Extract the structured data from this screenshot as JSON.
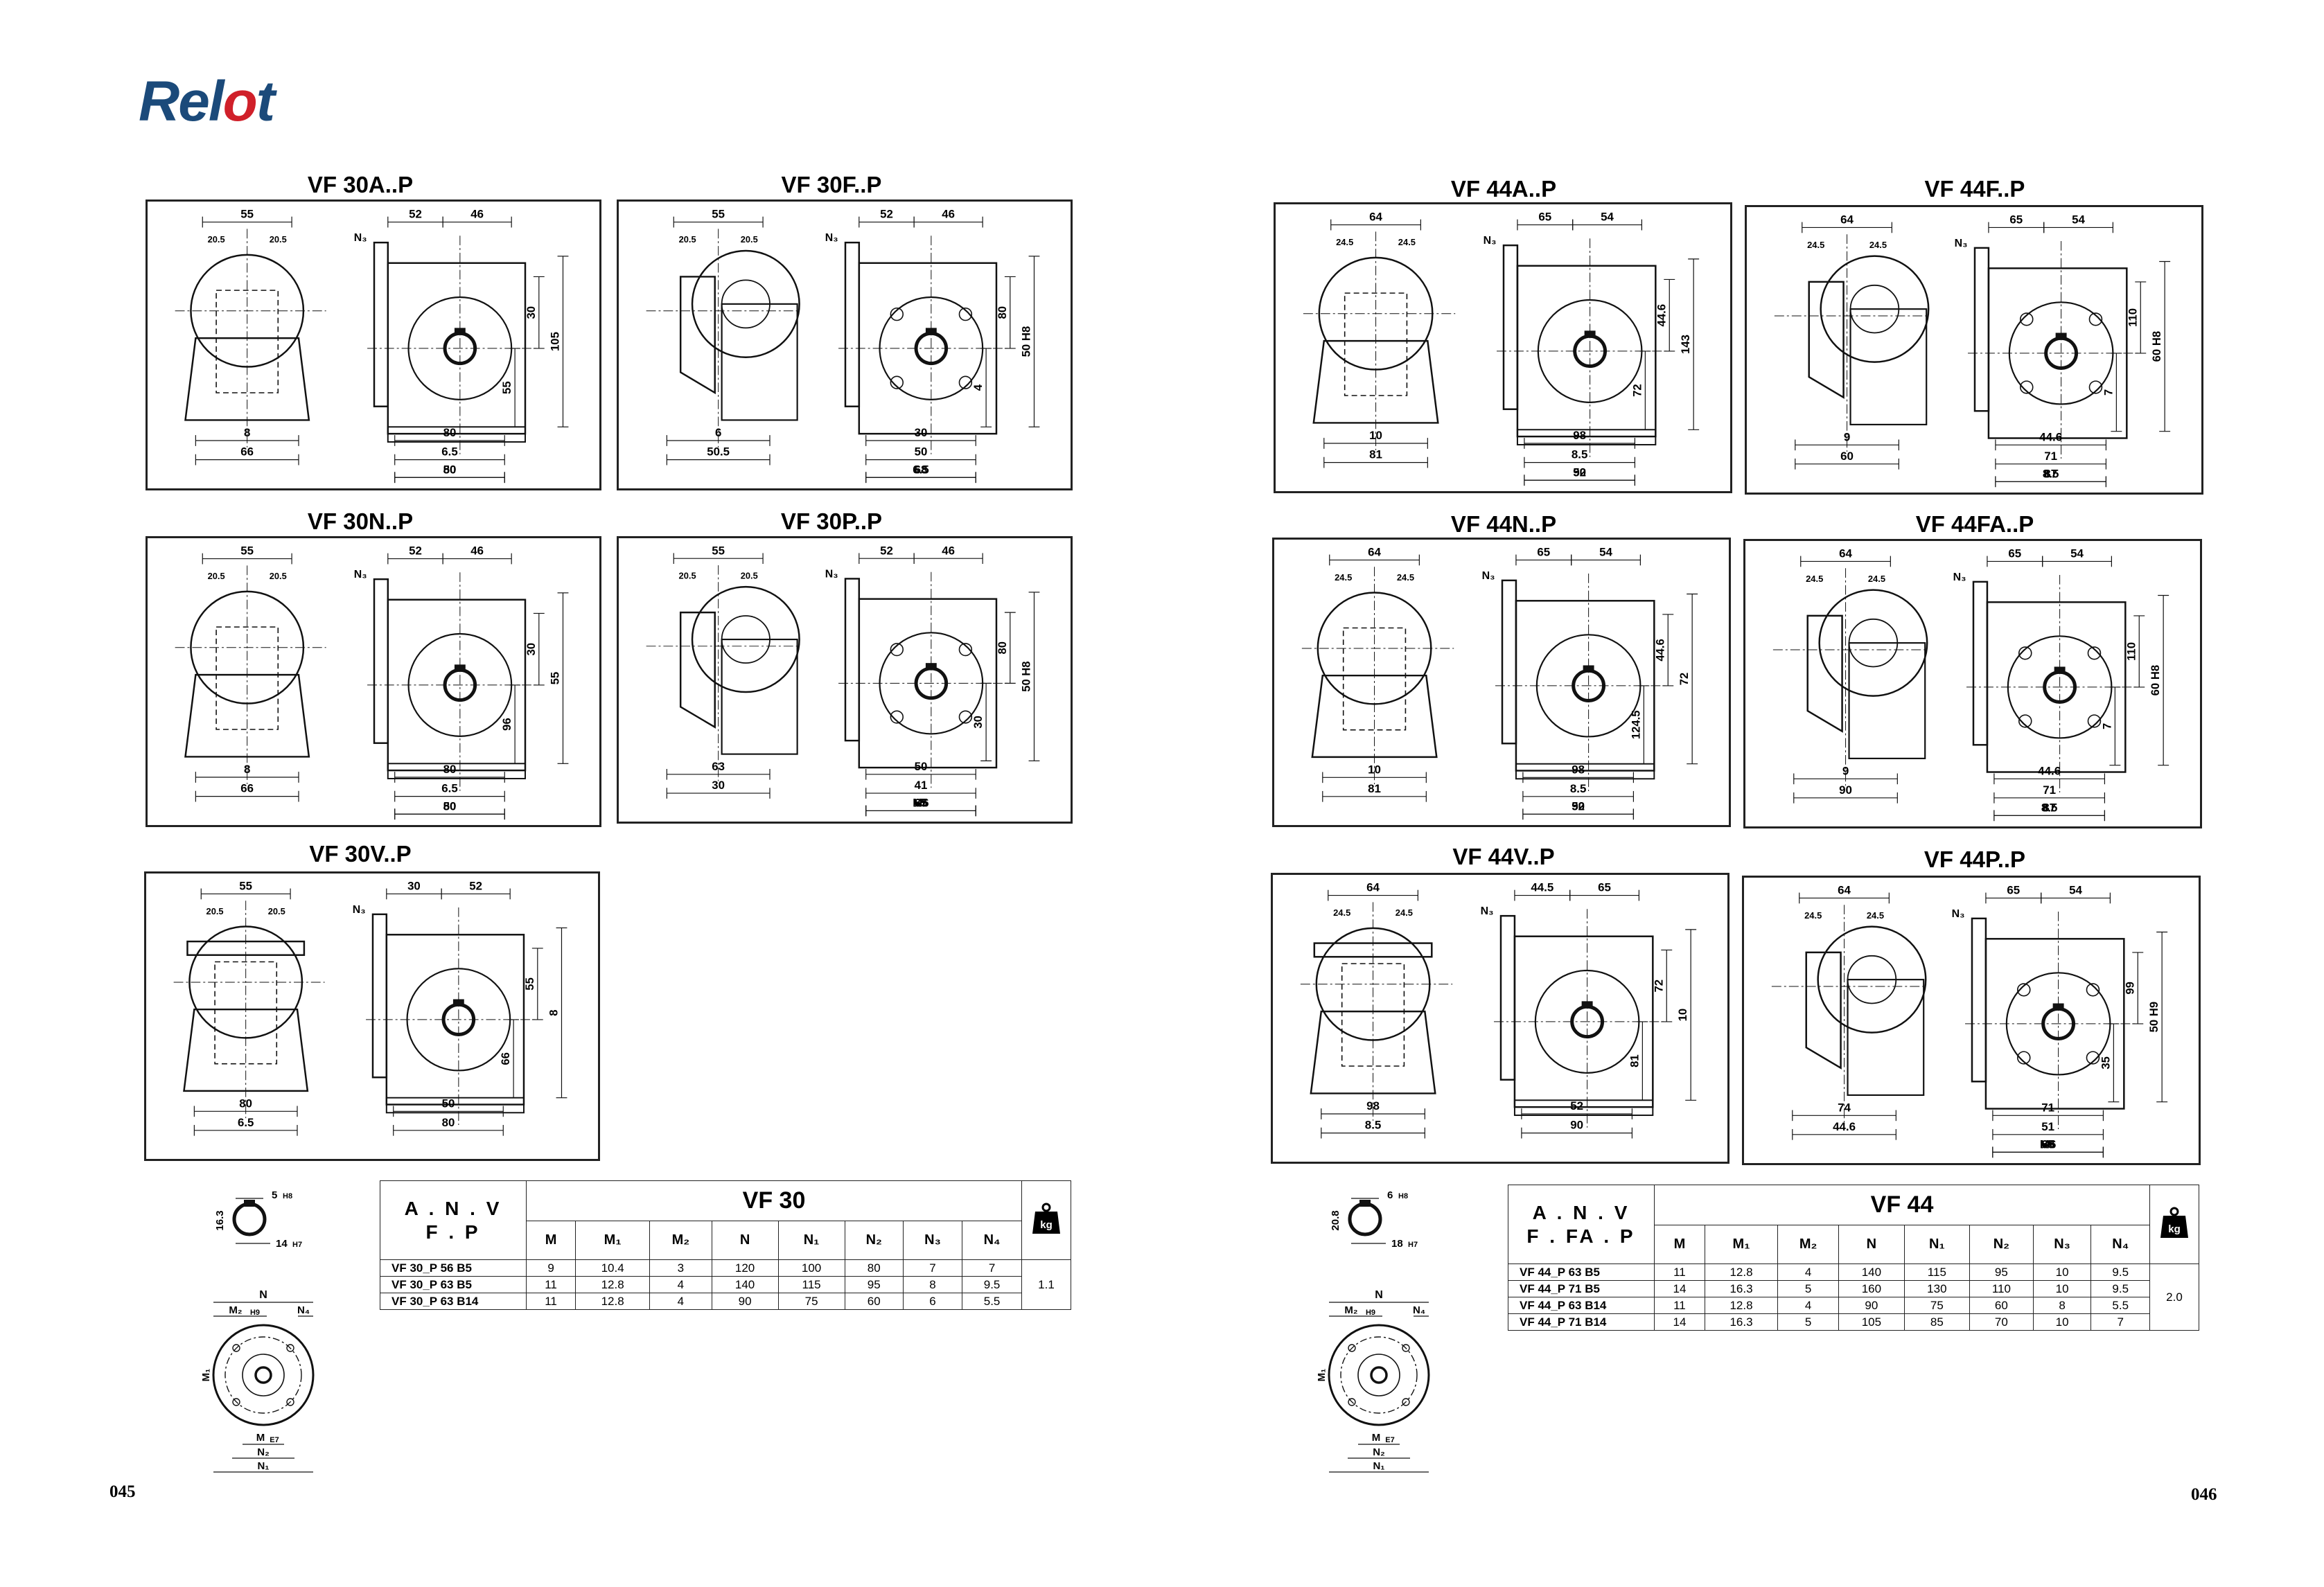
{
  "brand": {
    "logo_main": "Rel",
    "logo_dot": "o",
    "logo_end": "t"
  },
  "pages": {
    "left": "045",
    "right": "046"
  },
  "left_titles": {
    "a": "VF 30A..P",
    "f": "VF 30F..P",
    "n": "VF 30N..P",
    "p": "VF 30P..P",
    "v": "VF 30V..P"
  },
  "right_titles": {
    "a": "VF 44A..P",
    "f": "VF 44F..P",
    "n": "VF 44N..P",
    "fa": "VF 44FA..P",
    "v": "VF 44V..P",
    "p": "VF 44P..P"
  },
  "dims": {
    "v30a": {
      "d1": "55",
      "d2": "20.5",
      "d3": "20.5",
      "d4": "52",
      "d5": "46",
      "d6": "30",
      "d7": "105",
      "d8": "55",
      "d9": "8",
      "d10": "66",
      "d11": "80",
      "d12": "6.5",
      "d13": "50",
      "d14": "80",
      "n3": "N₃"
    },
    "v30f": {
      "d1": "55",
      "d2": "20.5",
      "d3": "20.5",
      "d4": "52",
      "d5": "46",
      "d6": "80",
      "d7": "50 H8",
      "d8": "4",
      "d9": "6",
      "d10": "50.5",
      "d11": "30",
      "d12": "50",
      "d13": "6.5",
      "d14": "68",
      "n3": "N₃"
    },
    "v30n": {
      "d1": "55",
      "d2": "20.5",
      "d3": "20.5",
      "d4": "52",
      "d5": "46",
      "d6": "30",
      "d7": "55",
      "d8": "96",
      "d9": "8",
      "d10": "66",
      "d11": "80",
      "d12": "6.5",
      "d13": "50",
      "d14": "80",
      "n3": "N₃"
    },
    "v30p": {
      "d1": "55",
      "d2": "20.5",
      "d3": "20.5",
      "d4": "52",
      "d5": "46",
      "d6": "80",
      "d7": "50 H8",
      "d8": "30",
      "d9": "63",
      "d10": "30",
      "d11": "50",
      "d12": "41",
      "d13": "M6",
      "d14": "x7",
      "d15": "65",
      "n3": "N₃"
    },
    "v30v": {
      "d1": "55",
      "d2": "20.5",
      "d3": "20.5",
      "d4": "30",
      "d5": "52",
      "d6": "55",
      "d7": "8",
      "d8": "66",
      "d9": "80",
      "d10": "6.5",
      "d11": "50",
      "d12": "80",
      "n3": "N₃"
    },
    "v44a": {
      "d1": "64",
      "d2": "24.5",
      "d3": "24.5",
      "d4": "65",
      "d5": "54",
      "d6": "44.6",
      "d7": "143",
      "d8": "72",
      "d9": "10",
      "d10": "81",
      "d11": "98",
      "d12": "8.5",
      "d13": "52",
      "d14": "90",
      "n3": "N₃"
    },
    "v44f": {
      "d1": "64",
      "d2": "24.5",
      "d3": "24.5",
      "d4": "65",
      "d5": "54",
      "d6": "110",
      "d7": "60 H8",
      "d8": "7",
      "d9": "9",
      "d10": "60",
      "d11": "44.6",
      "d12": "71",
      "d13": "8.5",
      "d14": "87",
      "n3": "N₃"
    },
    "v44n": {
      "d1": "64",
      "d2": "24.5",
      "d3": "24.5",
      "d4": "65",
      "d5": "54",
      "d6": "44.6",
      "d7": "72",
      "d8": "124.5",
      "d9": "10",
      "d10": "81",
      "d11": "98",
      "d12": "8.5",
      "d13": "52",
      "d14": "90",
      "n3": "N₃"
    },
    "v44fa": {
      "d1": "64",
      "d2": "24.5",
      "d3": "24.5",
      "d4": "65",
      "d5": "54",
      "d6": "110",
      "d7": "60 H8",
      "d8": "7",
      "d9": "9",
      "d10": "90",
      "d11": "44.6",
      "d12": "71",
      "d13": "8.5",
      "d14": "87",
      "n3": "N₃"
    },
    "v44v": {
      "d1": "64",
      "d2": "24.5",
      "d3": "24.5",
      "d4": "44.5",
      "d5": "65",
      "d6": "72",
      "d7": "10",
      "d8": "81",
      "d9": "98",
      "d10": "8.5",
      "d11": "52",
      "d12": "90",
      "n3": "N₃"
    },
    "v44p": {
      "d1": "64",
      "d2": "24.5",
      "d3": "24.5",
      "d4": "65",
      "d5": "54",
      "d6": "99",
      "d7": "50 H9",
      "d8": "35",
      "d9": "74",
      "d10": "44.6",
      "d11": "71",
      "d12": "51",
      "d13": "M6",
      "d14": "x8",
      "d15": "65",
      "n3": "N₃"
    }
  },
  "shaft_left": {
    "a": "5",
    "a_tol": "H8",
    "b": "16.3",
    "c": "14",
    "c_tol": "H7"
  },
  "shaft_right": {
    "a": "6",
    "a_tol": "H8",
    "b": "20.8",
    "c": "18",
    "c_tol": "H7"
  },
  "flange_labels": {
    "n": "N",
    "m2": "M₂",
    "m2_tol": "H9",
    "n4": "N₄",
    "m1": "M₁",
    "m": "M",
    "m_tol": "E7",
    "n2": "N₂",
    "n1": "N₁"
  },
  "table_left": {
    "anv": "A . N . V",
    "fp": "F . P",
    "title": "VF 30",
    "headers": [
      "M",
      "M₁",
      "M₂",
      "N",
      "N₁",
      "N₂",
      "N₃",
      "N₄"
    ],
    "kg": "kg",
    "weight": "1.1",
    "rows": [
      {
        "model": "VF 30_P 56 B5",
        "vals": [
          "9",
          "10.4",
          "3",
          "120",
          "100",
          "80",
          "7",
          "7"
        ]
      },
      {
        "model": "VF 30_P 63 B5",
        "vals": [
          "11",
          "12.8",
          "4",
          "140",
          "115",
          "95",
          "8",
          "9.5"
        ]
      },
      {
        "model": "VF 30_P 63 B14",
        "vals": [
          "11",
          "12.8",
          "4",
          "90",
          "75",
          "60",
          "6",
          "5.5"
        ]
      }
    ]
  },
  "table_right": {
    "anv": "A . N . V",
    "fp": "F . FA . P",
    "title": "VF 44",
    "headers": [
      "M",
      "M₁",
      "M₂",
      "N",
      "N₁",
      "N₂",
      "N₃",
      "N₄"
    ],
    "kg": "kg",
    "weight": "2.0",
    "rows": [
      {
        "model": "VF 44_P 63 B5",
        "vals": [
          "11",
          "12.8",
          "4",
          "140",
          "115",
          "95",
          "10",
          "9.5"
        ]
      },
      {
        "model": "VF 44_P 71 B5",
        "vals": [
          "14",
          "16.3",
          "5",
          "160",
          "130",
          "110",
          "10",
          "9.5"
        ]
      },
      {
        "model": "VF 44_P 63 B14",
        "vals": [
          "11",
          "12.8",
          "4",
          "90",
          "75",
          "60",
          "8",
          "5.5"
        ]
      },
      {
        "model": "VF 44_P 71 B14",
        "vals": [
          "14",
          "16.3",
          "5",
          "105",
          "85",
          "70",
          "10",
          "7"
        ]
      }
    ]
  }
}
